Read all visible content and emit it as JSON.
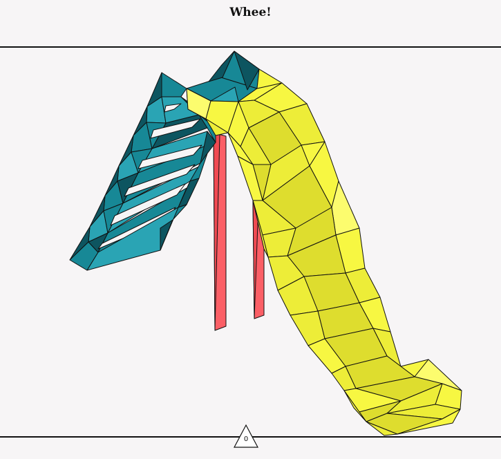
{
  "header": {
    "title": "Whee!"
  },
  "counter": {
    "value": "0",
    "icon": "triangle-icon"
  },
  "scene": {
    "subject": "low-poly-slide",
    "colors": {
      "background": "#f7f5f6",
      "slide_light": "#f7f742",
      "slide_mid": "#eded38",
      "slide_dark": "#dedd2e",
      "slide_pale": "#fcfc6e",
      "stairs_light": "#2aa4b4",
      "stairs_mid": "#178896",
      "stairs_dark": "#0d5560",
      "legs": "#fb5f66",
      "outline": "#111111"
    }
  }
}
